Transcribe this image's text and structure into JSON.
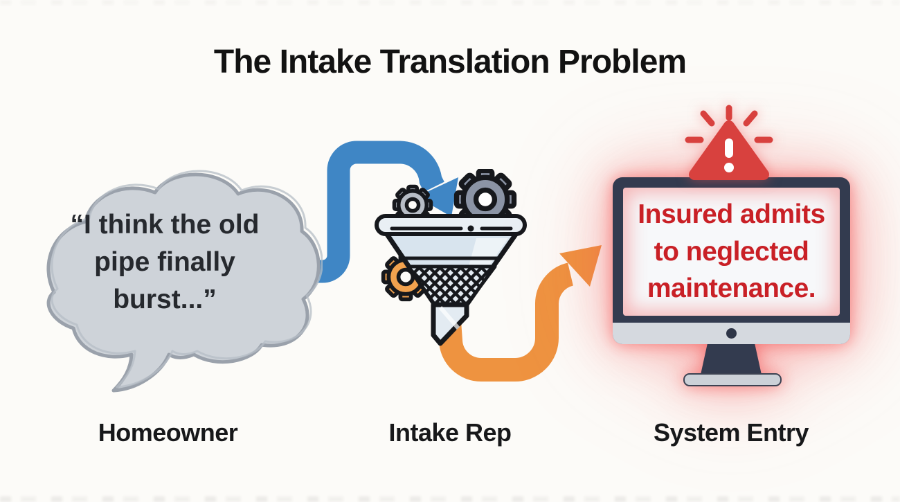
{
  "page": {
    "title": "The Intake Translation Problem"
  },
  "stages": {
    "homeowner": {
      "label": "Homeowner",
      "bubble": {
        "line1": "“I think the old",
        "line2": "pipe finally",
        "line3": "burst...”"
      }
    },
    "intake_rep": {
      "label": "Intake Rep"
    },
    "system_entry": {
      "label": "System Entry",
      "screen": {
        "line1": "Insured admits",
        "line2": "to neglected",
        "line3": "maintenance."
      }
    }
  },
  "icons": {
    "speech_cloud": "cloud-speech-bubble",
    "funnel": "filter-funnel-with-mesh",
    "gear": "gear-cog",
    "alert_triangle": "warning-triangle-exclamation",
    "monitor": "desktop-computer",
    "flow_arrow_1": "blue-s-curve-arrow",
    "flow_arrow_2": "orange-s-curve-arrow"
  },
  "colors": {
    "background": "#fcfbf8",
    "arrow_blue": "#3f86c5",
    "arrow_orange": "#ee9340",
    "alert_red": "#d8413e",
    "screen_text_red": "#c92026",
    "cloud_fill": "#ced3d9",
    "cloud_stroke": "#9aa1ab",
    "monitor_frame": "#333b4f",
    "monitor_chin": "#d5d9df",
    "glow_red": "#f25454",
    "gear_gray_light": "#b7bdc6",
    "gear_gray_dark": "#8b94a5",
    "gear_orange": "#f2a24e",
    "funnel_fill": "#d8e4ee",
    "title_color": "#121212"
  }
}
